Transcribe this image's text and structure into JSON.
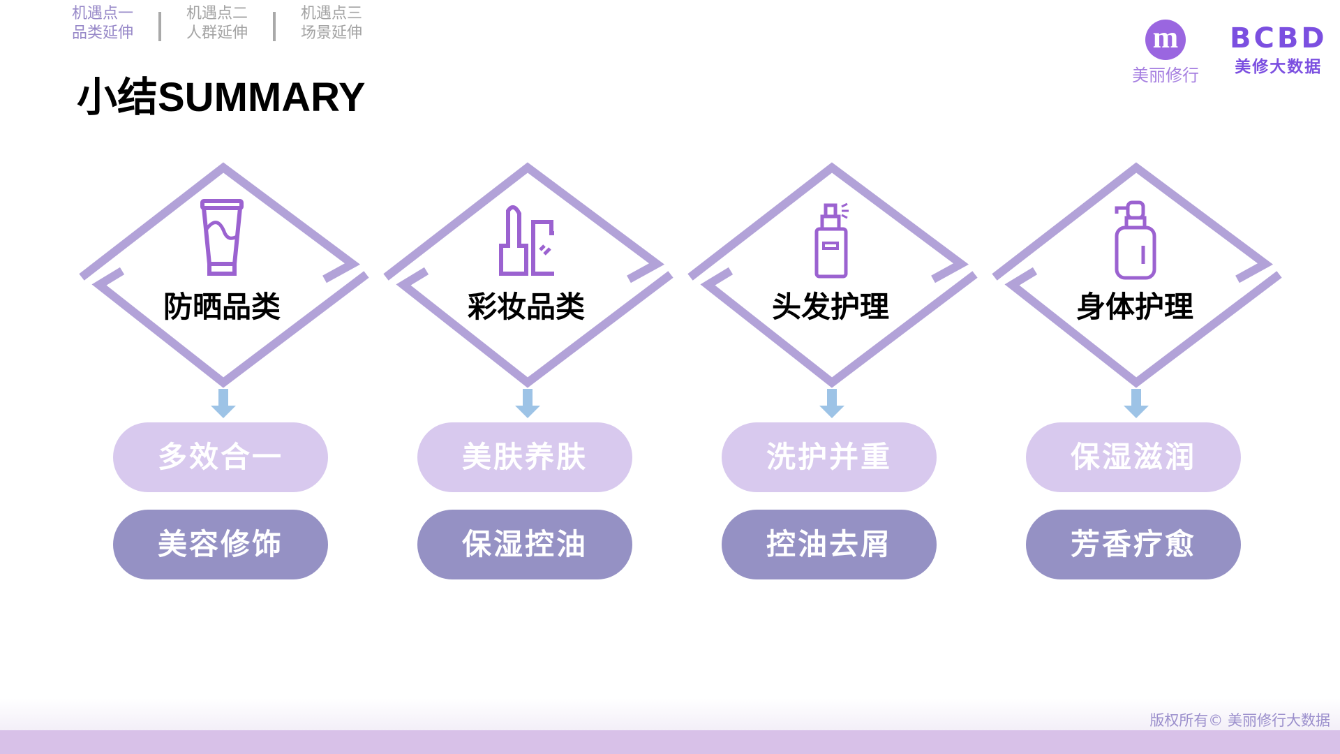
{
  "nav": [
    {
      "line1": "机遇点一",
      "line2": "品类延伸",
      "active": true
    },
    {
      "line1": "机遇点二",
      "line2": "人群延伸",
      "active": false
    },
    {
      "line1": "机遇点三",
      "line2": "场景延伸",
      "active": false
    }
  ],
  "title": "小结SUMMARY",
  "logos": {
    "meili": {
      "mark": "m",
      "text": "美丽修行"
    },
    "bcbd": {
      "mark": "BCBD",
      "text": "美修大数据"
    }
  },
  "categories": [
    {
      "name": "防晒品类",
      "icon": "sunscreen-tube-icon",
      "tags": [
        "多效合一",
        "美容修饰"
      ]
    },
    {
      "name": "彩妆品类",
      "icon": "lipstick-icon",
      "tags": [
        "美肤养肤",
        "保湿控油"
      ]
    },
    {
      "name": "头发护理",
      "icon": "spray-bottle-icon",
      "tags": [
        "洗护并重",
        "控油去屑"
      ]
    },
    {
      "name": "身体护理",
      "icon": "pump-bottle-icon",
      "tags": [
        "保湿滋润",
        "芳香疗愈"
      ]
    }
  ],
  "copyright": "版权所有© 美丽修行大数据",
  "colors": {
    "frame": "#b2a2d8",
    "icon": "#9b62d0",
    "arrow": "#9dc3e6",
    "pill_light": "#d8c9ee",
    "pill_dark": "#9591c4"
  }
}
